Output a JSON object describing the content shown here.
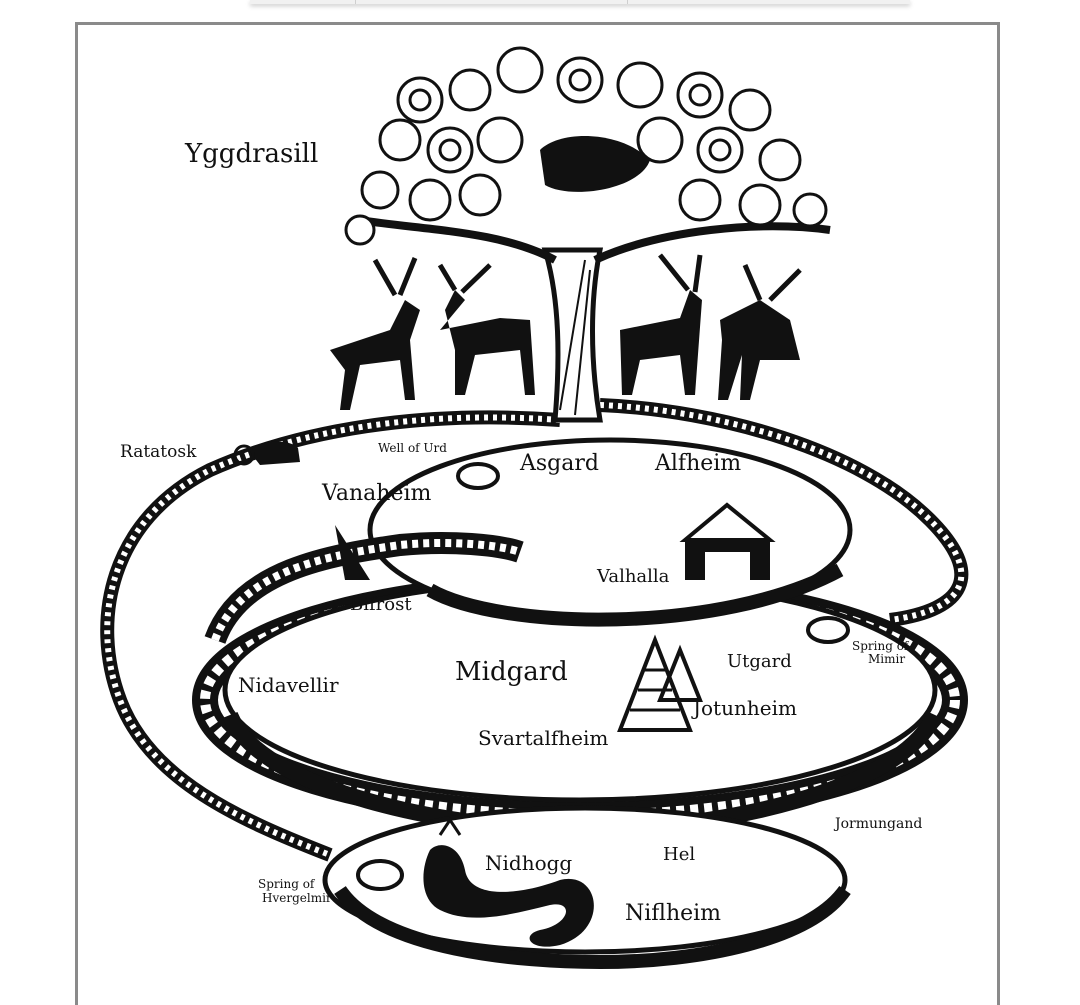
{
  "labels": {
    "yggdrasill": "Yggdrasill",
    "ratatosk": "Ratatosk",
    "well_of_urd": "Well of Urd",
    "asgard": "Asgard",
    "alfheim": "Alfheim",
    "vanaheim": "Vanaheim",
    "valhalla": "Valhalla",
    "bifrost": "Bifrost",
    "spring_of_mimir_line1": "Spring of",
    "spring_of_mimir_line2": "Mimir",
    "midgard": "Midgard",
    "utgard": "Utgard",
    "jotunheim": "Jotunheim",
    "nidavellir": "Nidavellir",
    "svartalfheim": "Svartalfheim",
    "jormungand": "Jormungand",
    "hel": "Hel",
    "nidhogg": "Nidhogg",
    "spring_hvergelmir_line1": "Spring of",
    "spring_hvergelmir_line2": "Hvergelmir",
    "niflheim": "Niflheim"
  },
  "colors": {
    "ink": "#111111",
    "paper": "#ffffff",
    "frame": "#8a8a8a"
  }
}
